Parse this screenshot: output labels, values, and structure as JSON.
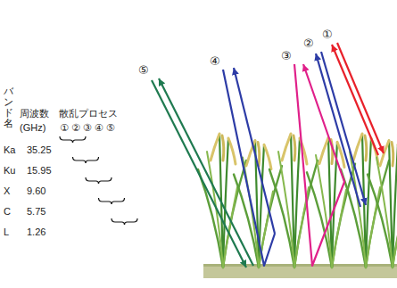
{
  "diagram": {
    "labels": [
      "バンド名",
      "周波数",
      "散乱プロセス",
      "(GHz)",
      "① ② ③ ④ ⑤",
      "Ka",
      "35.25",
      "Ku",
      "15.95",
      "X",
      "9.60",
      "C",
      "5.75",
      "L",
      "1.26",
      "⑤",
      "④",
      "③",
      "②",
      "①"
    ]
  }
}
